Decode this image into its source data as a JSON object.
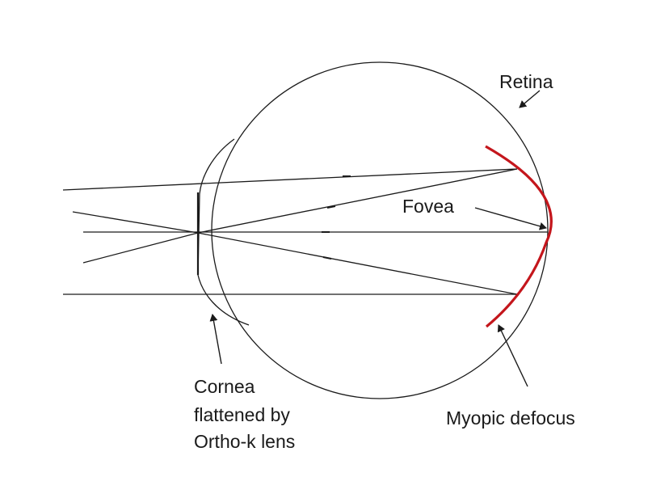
{
  "labels": {
    "retina": "Retina",
    "fovea": "Fovea",
    "cornea_line1": "Cornea",
    "cornea_line2": "flattened by",
    "cornea_line3": "Ortho-k lens",
    "myopic_defocus": "Myopic defocus"
  },
  "colors": {
    "line": "#1a1a1a",
    "defocus_arc": "#c4161c",
    "background": "#ffffff"
  }
}
